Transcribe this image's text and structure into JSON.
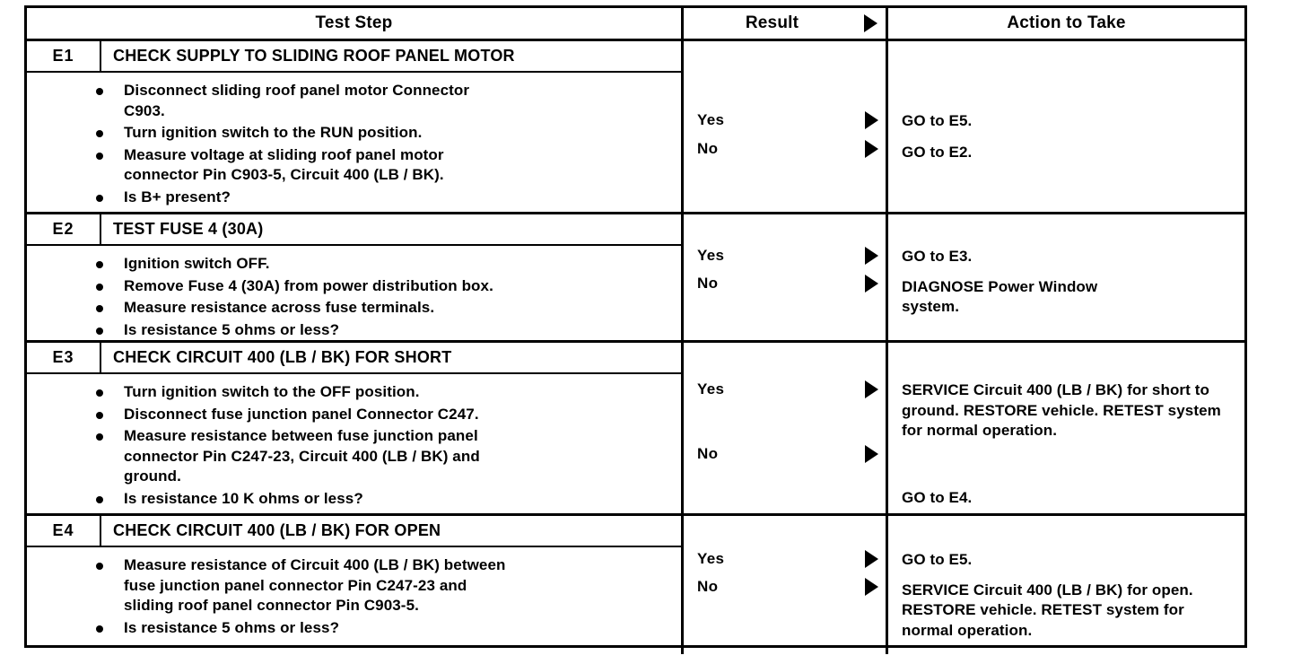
{
  "header": {
    "test_step": "Test Step",
    "result": "Result",
    "result_arrow_icon": "triangle-right-icon",
    "action": "Action to Take"
  },
  "sections": [
    {
      "id": "E1",
      "heading": "CHECK SUPPLY TO SLIDING ROOF PANEL MOTOR",
      "bullets": [
        {
          "line1": "Disconnect sliding roof panel motor Connector",
          "line2": "C903.",
          "bold": false
        },
        {
          "line1": "Turn ignition switch to the RUN position.",
          "line2": "",
          "bold": false
        },
        {
          "line1": "Measure voltage at sliding roof panel motor",
          "line2": "connector Pin C903-5, Circuit 400 (LB / BK).",
          "bold": false
        },
        {
          "line1": "Is B+ present?",
          "line2": "",
          "bold": true
        }
      ],
      "outcomes": [
        {
          "result": "Yes",
          "arrow_icon": "triangle-right-icon",
          "action_pre": "GO to ",
          "action_bold": "E5",
          "action_post": "."
        },
        {
          "result": "No",
          "arrow_icon": "triangle-right-icon",
          "action_pre": "GO to ",
          "action_bold": "E2",
          "action_post": "."
        }
      ]
    },
    {
      "id": "E2",
      "heading": "TEST FUSE 4 (30A)",
      "bullets": [
        {
          "line1": "Ignition switch OFF.",
          "line2": "",
          "bold": false
        },
        {
          "line1": "Remove Fuse 4 (30A) from power distribution box.",
          "line2": "",
          "bold": false
        },
        {
          "line1": "Measure resistance across fuse terminals.",
          "line2": "",
          "bold": false
        },
        {
          "line1": "Is resistance 5 ohms or less?",
          "line2": "",
          "bold": true
        }
      ],
      "outcomes": [
        {
          "result": "Yes",
          "arrow_icon": "triangle-right-icon",
          "action_pre": "GO to ",
          "action_bold": "E3",
          "action_post": "."
        },
        {
          "result": "No",
          "arrow_icon": "triangle-right-icon",
          "action_pre": "DIAGNOSE Power Window system.",
          "action_bold": "",
          "action_post": ""
        }
      ]
    },
    {
      "id": "E3",
      "heading": "CHECK CIRCUIT 400 (LB / BK) FOR SHORT",
      "bullets": [
        {
          "line1": "Turn ignition switch to the OFF position.",
          "line2": "",
          "bold": false
        },
        {
          "line1": "Disconnect fuse junction panel Connector C247.",
          "line2": "",
          "bold": false
        },
        {
          "line1": "Measure resistance between fuse junction panel",
          "line2": "connector Pin C247-23, Circuit 400 (LB / BK) and",
          "line3": "ground.",
          "bold": false
        },
        {
          "line1": "Is resistance 10 K ohms or less?",
          "line2": "",
          "bold": true
        }
      ],
      "outcomes": [
        {
          "result": "Yes",
          "arrow_icon": "triangle-right-icon",
          "action_pre": "SERVICE Circuit 400 (LB / BK) for short to ground. RESTORE vehicle. RETEST system for normal operation.",
          "action_bold": "",
          "action_post": ""
        },
        {
          "result": "No",
          "arrow_icon": "triangle-right-icon",
          "action_pre": "GO to ",
          "action_bold": "E4",
          "action_post": "."
        }
      ]
    },
    {
      "id": "E4",
      "heading": "CHECK CIRCUIT 400 (LB / BK) FOR OPEN",
      "bullets": [
        {
          "line1": "Measure resistance of Circuit 400 (LB / BK) between",
          "line2": "fuse junction panel connector Pin C247-23 and",
          "line3": "sliding roof panel connector Pin C903-5.",
          "bold": false
        },
        {
          "line1": "Is resistance 5 ohms or less?",
          "line2": "",
          "bold": true
        }
      ],
      "outcomes": [
        {
          "result": "Yes",
          "arrow_icon": "triangle-right-icon",
          "action_pre": "GO to ",
          "action_bold": "E5",
          "action_post": "."
        },
        {
          "result": "No",
          "arrow_icon": "triangle-right-icon",
          "action_pre": "SERVICE Circuit 400 (LB / BK) for open. RESTORE vehicle. RETEST system for normal operation.",
          "action_bold": "",
          "action_post": ""
        }
      ]
    }
  ]
}
